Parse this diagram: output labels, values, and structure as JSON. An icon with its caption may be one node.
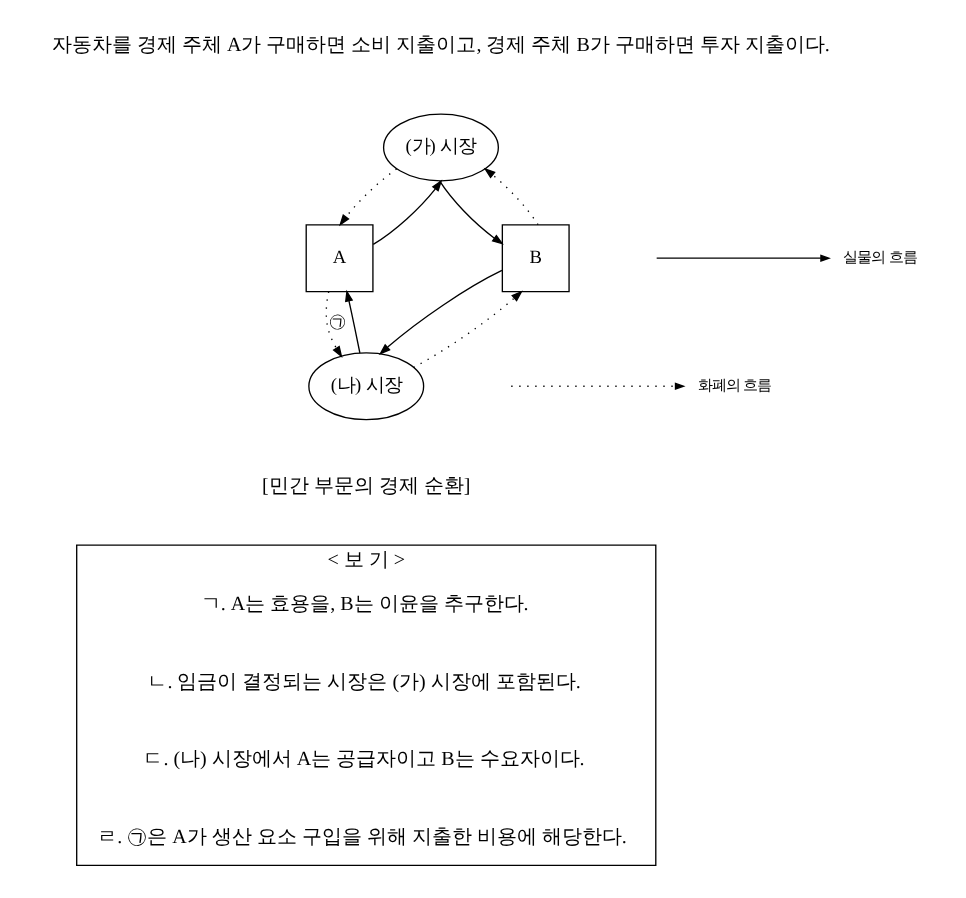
{
  "diagram": {
    "nodes": [
      {
        "text": [
          "(가) 시장"
        ]
      },
      {
        "text": [
          "A"
        ]
      },
      {
        "text": [
          "B"
        ]
      },
      {
        "text": [
          "(나) 시장"
        ]
      },
      {
        "text": [
          "< 보 기 >"
        ]
      }
    ],
    "edges": [
      {
        "from": 1,
        "to": 0,
        "arrow": "to"
      },
      {
        "from": 0,
        "to": 1,
        "arrow": "to",
        "style": "dashed"
      },
      {
        "from": 0,
        "to": 2,
        "arrow": "to"
      },
      {
        "from": 2,
        "to": 0,
        "arrow": "to",
        "style": "dashed"
      },
      {
        "from": 3,
        "to": 1,
        "arrow": "to"
      },
      {
        "from": 1,
        "to": 3,
        "arrow": "to",
        "style": "dashed",
        "label": "㉠"
      },
      {
        "from": 2,
        "to": 3,
        "arrow": "to"
      },
      {
        "from": 3,
        "to": 2,
        "arrow": "to",
        "style": "dashed"
      }
    ],
    "labels": [
      "자동차를 경제 주체 A가 구매하면 소비 지출이고, 경제 주체 B가 구매하면 투자 지출이다.",
      "[민간 부문의 경제 순환]",
      "ㄱ. A는 효용을, B는 이윤을 추구한다.",
      "ㄴ. 임금이 결정되는 시장은 (가) 시장에 포함된다.",
      "ㄷ. (나) 시장에서 A는 공급자이고 B는 수요자이다.",
      "ㄹ. ㉠은 A가 생산 요소 구입을 위해 지출한 비용에 해당한다."
    ],
    "legend": [
      {
        "text": "실물의 흐름"
      },
      {
        "text": "화폐의 흐름"
      }
    ]
  }
}
